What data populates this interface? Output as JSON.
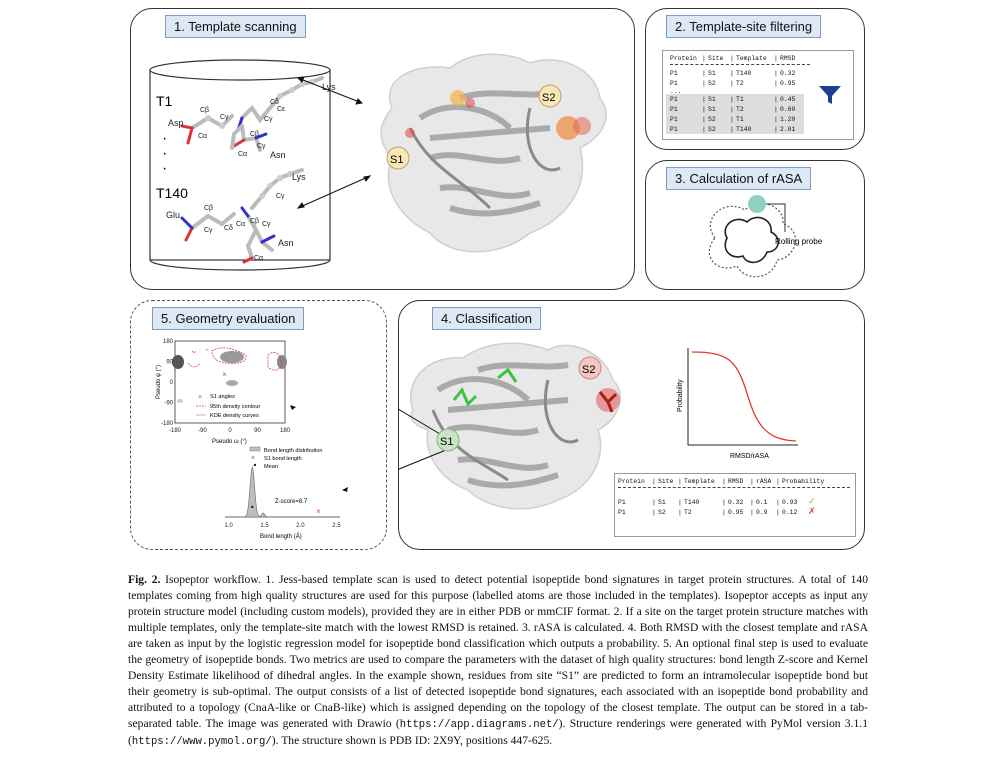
{
  "panels": {
    "p1": {
      "title": "1. Template scanning",
      "t1_label": "T1",
      "t140_label": "T140",
      "dots": "·",
      "t1_atoms": {
        "asp": "Asp",
        "cb1": "Cβ",
        "cg1": "Cγ",
        "ca1": "Cα",
        "lys": "Lys",
        "cd": "Cδ",
        "cg2": "Cγ",
        "ce": "Cε",
        "cb2": "Cβ",
        "cg3": "Cγ",
        "ca2": "Cα",
        "asn": "Asn"
      },
      "t140_atoms": {
        "glu": "Glu",
        "cb1": "Cβ",
        "cg1": "Cγ",
        "cd1": "Cδ",
        "lys": "Lys",
        "cg2": "Cγ",
        "cb2": "Cβ",
        "ca1": "Cα",
        "cg3": "Cγ",
        "asn": "Asn",
        "ca2": "Cα"
      },
      "site_s1": "S1",
      "site_s2": "S2"
    },
    "p2": {
      "title": "2. Template-site filtering",
      "header": [
        "Protein",
        "Site",
        "Template",
        "RMSD"
      ],
      "top_rows": [
        [
          "P1",
          "S1",
          "T140",
          "0.32"
        ],
        [
          "P1",
          "S2",
          "T2",
          "0.95"
        ]
      ],
      "ellipsis": "...",
      "grey_rows": [
        [
          "P1",
          "S1",
          "T1",
          "0.45"
        ],
        [
          "P1",
          "S1",
          "T2",
          "0.60"
        ],
        [
          "P1",
          "S2",
          "T1",
          "1.20"
        ],
        [
          "P1",
          "S2",
          "T140",
          "2.01"
        ]
      ]
    },
    "p3": {
      "title": "3. Calculation of rASA",
      "probe_label": "Rolling probe"
    },
    "p4": {
      "title": "4. Classification",
      "site_s1": "S1",
      "site_s2": "S2",
      "plot": {
        "ylabel": "Probability",
        "xlabel": "RMSD/rASA"
      },
      "header": [
        "Protein",
        "Site",
        "Template",
        "RMSD",
        "rASA",
        "Probability"
      ],
      "rows": [
        [
          "P1",
          "S1",
          "T140",
          "0.32",
          "0.1",
          "0.93"
        ],
        [
          "P1",
          "S2",
          "T2",
          "0.95",
          "0.9",
          "0.12"
        ]
      ],
      "marks": [
        "✓",
        "✗"
      ],
      "mark_colors": [
        "#7cc142",
        "#e63c3c"
      ]
    },
    "p5": {
      "title": "5. Geometry evaluation"
    }
  },
  "chart_data": [
    {
      "type": "heatmap",
      "xlabel": "Pseudo ω (°)",
      "ylabel": "Pseudo φ (°)",
      "xticks": [
        "-180",
        "-90",
        "0",
        "90",
        "180"
      ],
      "yticks": [
        "180",
        "90",
        "0",
        "-90",
        "-180"
      ],
      "xlim": [
        -180,
        180
      ],
      "ylim": [
        -180,
        180
      ],
      "points": [
        {
          "x": -18,
          "y": 31
        }
      ],
      "legend": [
        "S1 angles",
        "95th density contour",
        "KDE density curves"
      ],
      "legend_position": "bottom-right"
    },
    {
      "type": "area",
      "xlabel": "Bond length (Å)",
      "xticks": [
        "1.0",
        "1.5",
        "2.0",
        "2.5"
      ],
      "xlim": [
        1.0,
        2.5
      ],
      "legend": [
        "Bond length distribution",
        "S1 bond length",
        "Mean"
      ],
      "annotation": "Z-score=8.7",
      "s1_bond_length": 2.25,
      "mean": 1.33
    }
  ],
  "caption": {
    "label": "Fig. 2.",
    "segments": [
      {
        "t": " Isopeptor workflow. 1. Jess-based template scan is used to detect potential isopeptide bond signatures in target protein structures. A total of 140 templates coming from high quality structures are used for this purpose (labelled atoms are those included in the templates). Isopeptor accepts as input any protein structure model (including custom models), provided they are in either PDB or mmCIF format. 2. If a site on the target protein structure matches with multiple templates, only the template-site match with the lowest RMSD is retained. 3. rASA is calculated. 4. Both RMSD with the closest template and rASA are taken as input by the logistic regression model for isopeptide bond classification which outputs a probability. 5. An optional final step is used to evaluate the geometry of isopeptide bonds. Two metrics are used to compare the parameters with the dataset of high quality structures: bond length Z-score and Kernel Density Estimate likelihood of dihedral angles. In the example shown, residues from site “S1” are predicted to form an intramolecular isopeptide bond but their geometry is sub-optimal. The output consists of a list of detected isopeptide bond signatures, each associated with an isopeptide bond probability and attributed to a topology (CnaA-like or CnaB-like) which is assigned depending on the topology of the closest template. The output can be stored in a tab-separated table. The image was generated with Drawio (",
        "m": false
      },
      {
        "t": "https://app.diagrams.net/",
        "m": true
      },
      {
        "t": "). Structure renderings were generated with PyMol version 3.1.1 (",
        "m": false
      },
      {
        "t": "https://www.pymol.org/",
        "m": true
      },
      {
        "t": "). The structure shown is PDB ID: 2X9Y, positions 447-625.",
        "m": false
      }
    ]
  }
}
